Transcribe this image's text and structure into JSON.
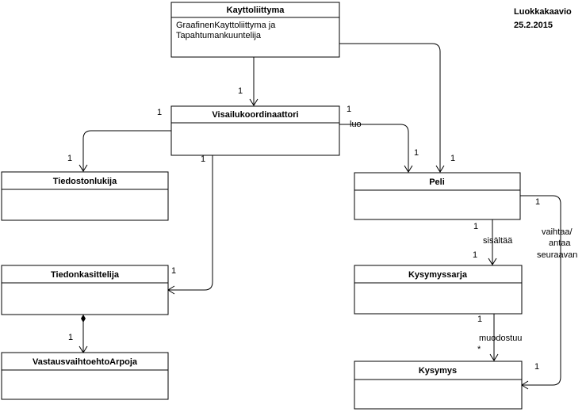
{
  "note": {
    "title": "Luokkakaavio",
    "date": "25.2.2015"
  },
  "classes": {
    "kayttoliittyma": {
      "name": "Kayttoliittyma",
      "attr1": "GraafinenKayttoliittyma ja",
      "attr2": "Tapahtumankuuntelija"
    },
    "visailukoordinaattori": {
      "name": "Visailukoordinaattori"
    },
    "tiedostonlukija": {
      "name": "Tiedostonlukija"
    },
    "tiedonkasittelija": {
      "name": "Tiedonkasittelija"
    },
    "vastausvaihtoehtoarpoja": {
      "name": "VastausvaihtoehtoArpoja"
    },
    "peli": {
      "name": "Peli"
    },
    "kysymyssarja": {
      "name": "Kysymyssarja"
    },
    "kysymys": {
      "name": "Kysymys"
    }
  },
  "edges": {
    "k_v": {
      "mult_target": "1"
    },
    "k_peli": {
      "mult_target": "1"
    },
    "v_tl": {
      "mult_source": "1",
      "mult_target": "1"
    },
    "v_peli": {
      "label": "luo",
      "mult_source": "1",
      "mult_target": "1"
    },
    "v_tk": {
      "mult_source": "1",
      "mult_target": "1"
    },
    "tk_va": {
      "mult_target": "1"
    },
    "peli_ks": {
      "label": "sisältää",
      "mult_source": "1",
      "mult_target": "1"
    },
    "ks_k": {
      "label": "muodostuu",
      "mult_source": "1",
      "mult_target": "*"
    },
    "peli_k": {
      "label1": "vaihtaa/",
      "label2": "antaa",
      "label3": "seuraavan",
      "mult_source": "1",
      "mult_target": "1"
    }
  }
}
